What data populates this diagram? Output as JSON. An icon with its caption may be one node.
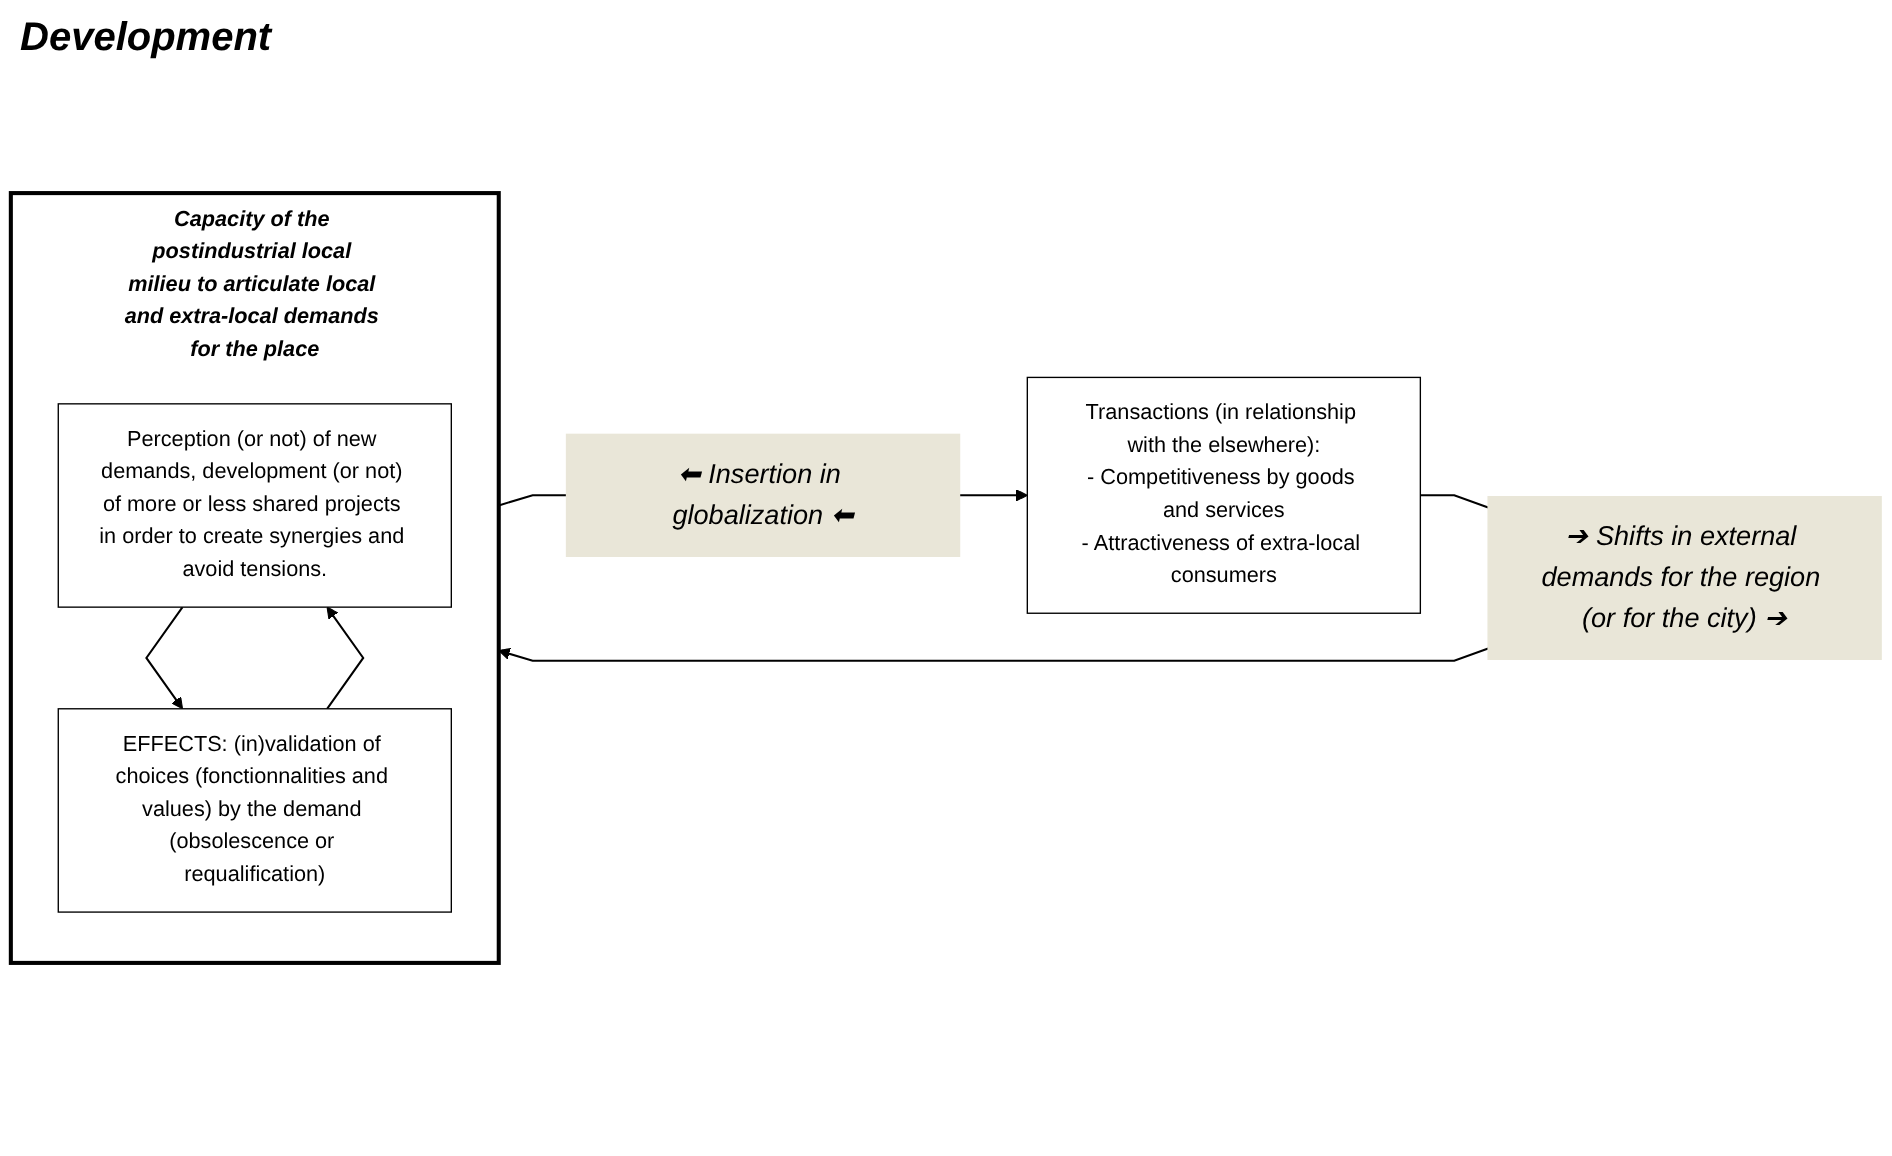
{
  "diagram": {
    "nodes": [
      {
        "text": [
          "Transactions (in relationship with the elsewhere):",
          "- Competitiveness by goods and services",
          "- Attractiveness of extra-local consumers"
        ]
      },
      {
        "text": [
          "➔ Shifts in external demands for the region (or for the city) ➔"
        ]
      },
      {
        "text": [
          "Capacity of the postindustrial local milieu to articulate local and extra-local demands for the place"
        ]
      },
      {
        "text": [
          "Perception (or not) of new demands, development (or not) of more or less shared projects in order to create synergies and avoid tensions."
        ],
        "in": 2
      },
      {
        "text": [
          "EFFECTS: (in)validation of choices (fonctionnalities and values) by the demand (obsolescence or requalification)"
        ],
        "in": 2
      },
      {
        "text": [
          "⬅ Insertion in globalization ⬅"
        ]
      }
    ],
    "edges": [
      {
        "from": 0,
        "to": 1,
        "arrow": "none"
      },
      {
        "from": 1,
        "to": 2,
        "arrow": "to"
      },
      {
        "from": 3,
        "to": 4,
        "arrow": "to"
      },
      {
        "from": 4,
        "to": 3,
        "arrow": "to"
      },
      {
        "from": 2,
        "to": 5,
        "arrow": "none"
      },
      {
        "from": 5,
        "to": 0,
        "arrow": "to"
      }
    ],
    "labels": [
      "Development"
    ]
  }
}
